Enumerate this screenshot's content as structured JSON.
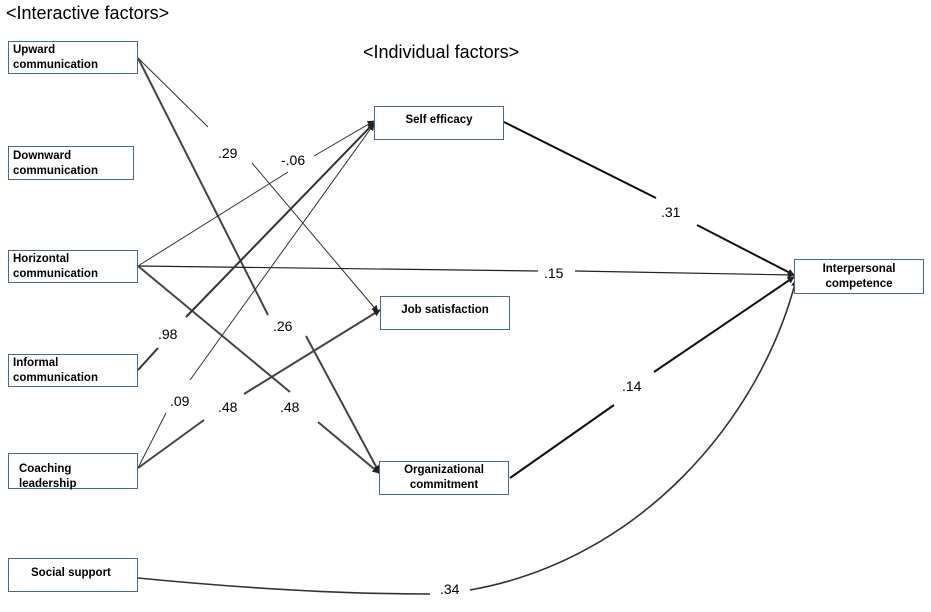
{
  "headings": {
    "interactive": "<Interactive factors>",
    "individual": "<Individual factors>"
  },
  "nodes": {
    "upward": {
      "line1": "Upward",
      "line2": "communication"
    },
    "downward": {
      "line1": "Downward",
      "line2": "communication"
    },
    "horizontal": {
      "line1": "Horizontal",
      "line2": "communication"
    },
    "informal": {
      "line1": "Informal",
      "line2": "communication"
    },
    "coaching": {
      "line1": "Coaching leadership"
    },
    "social": {
      "line1": "Social  support"
    },
    "self_efficacy": {
      "line1": "Self efficacy"
    },
    "job_satisfaction": {
      "line1": "Job satisfaction"
    },
    "org_commitment": {
      "line1": "Organizational",
      "line2": "commitment"
    },
    "interpersonal": {
      "line1": "Interpersonal",
      "line2": "competence"
    }
  },
  "edges": [
    {
      "from": "upward",
      "to": "job_satisfaction",
      "label": ".29",
      "weight": "thin"
    },
    {
      "from": "upward",
      "to": "org_commitment",
      "label": ".26",
      "weight": "medium"
    },
    {
      "from": "horizontal",
      "to": "self_efficacy",
      "label": "-.06",
      "weight": "thin"
    },
    {
      "from": "horizontal",
      "to": "interpersonal",
      "label": ".15",
      "weight": "thin"
    },
    {
      "from": "horizontal",
      "to": "org_commitment",
      "label": ".48",
      "weight": "medium"
    },
    {
      "from": "informal",
      "to": "self_efficacy",
      "label": ".98",
      "weight": "medium"
    },
    {
      "from": "coaching",
      "to": "self_efficacy",
      "label": ".09",
      "weight": "thin"
    },
    {
      "from": "coaching",
      "to": "job_satisfaction",
      "label": ".48",
      "weight": "medium"
    },
    {
      "from": "self_efficacy",
      "to": "interpersonal",
      "label": ".31",
      "weight": "bold"
    },
    {
      "from": "org_commitment",
      "to": "interpersonal",
      "label": ".14",
      "weight": "bold"
    },
    {
      "from": "social",
      "to": "interpersonal",
      "label": ".34",
      "weight": "medium"
    }
  ],
  "colors": {
    "line": "#222222",
    "box_border": "#4a6a8a",
    "background": "#ffffff"
  }
}
